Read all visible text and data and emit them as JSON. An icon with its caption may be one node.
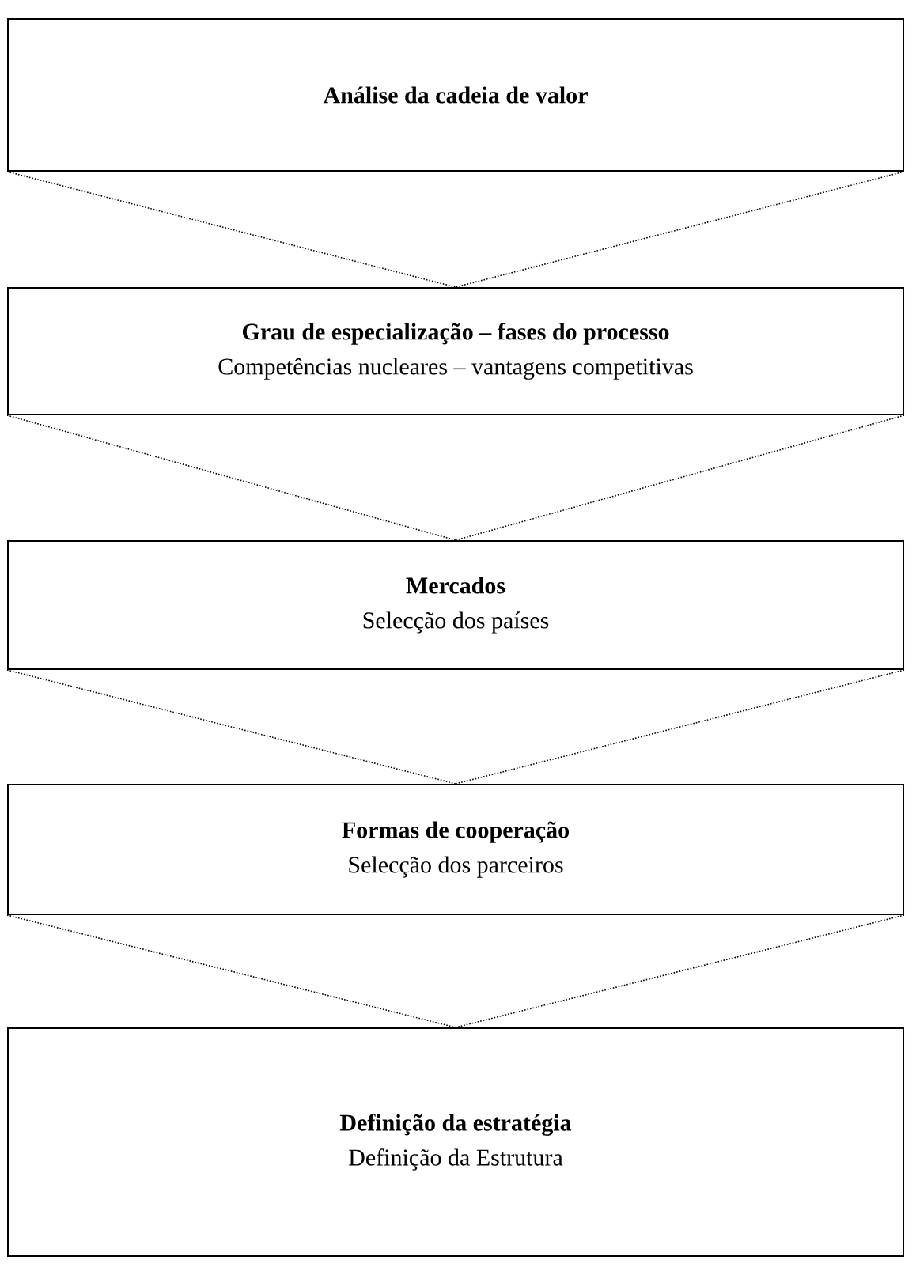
{
  "diagram": {
    "nodes": [
      {
        "text": [
          "Análise da cadeia de valor"
        ]
      },
      {
        "text": [
          "Grau de especialização – fases do processo",
          "Competências nucleares – vantagens competitivas"
        ]
      },
      {
        "text": [
          "Mercados",
          "Selecção dos países"
        ]
      },
      {
        "text": [
          "Formas de cooperação",
          "Selecção dos parceiros"
        ]
      },
      {
        "text": [
          "Definição da estratégia",
          "Definição da Estrutura"
        ]
      }
    ],
    "edges": [
      {
        "from": 0,
        "to": 1,
        "arrow": "none"
      },
      {
        "from": 1,
        "to": 2,
        "arrow": "none"
      },
      {
        "from": 2,
        "to": 3,
        "arrow": "none"
      },
      {
        "from": 3,
        "to": 4,
        "arrow": "none"
      }
    ]
  }
}
